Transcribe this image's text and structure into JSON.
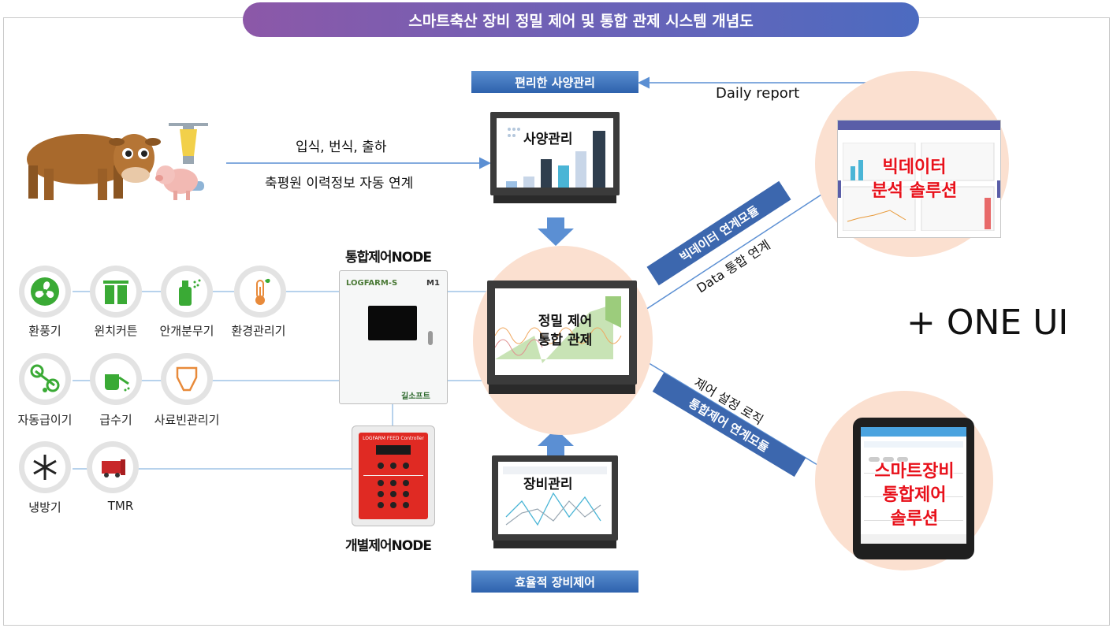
{
  "title": "스마트축산 장비 정밀 제어 및 통합 관제 시스템 개념도",
  "top_box": "편리한 사양관리",
  "bottom_box": "효율적 장비제어",
  "daily_report": "Daily report",
  "flow_text_1": "입식, 번식, 출하",
  "flow_text_2": "축평원 이력정보 자동 연계",
  "monitors": {
    "feeding": "사양관리",
    "control_line1": "정밀 제어",
    "control_line2": "통합 관제",
    "equipment": "장비관리"
  },
  "nodes": {
    "integrated_title": "통합제어NODE",
    "integrated_brand": "LOGFARM-S",
    "integrated_model": "M1",
    "integrated_maker": "길소프트",
    "individual_title": "개별제어NODE",
    "individual_header": "LOGFARM FEED Controller"
  },
  "devices": [
    {
      "label": "환풍기",
      "icon": "fan-icon"
    },
    {
      "label": "윈치커튼",
      "icon": "winch-curtain-icon"
    },
    {
      "label": "안개분무기",
      "icon": "mist-sprayer-icon"
    },
    {
      "label": "환경관리기",
      "icon": "thermometer-icon"
    },
    {
      "label": "자동급이기",
      "icon": "auto-feeder-icon"
    },
    {
      "label": "급수기",
      "icon": "watering-can-icon"
    },
    {
      "label": "사료빈관리기",
      "icon": "feed-bin-icon"
    },
    {
      "label": "냉방기",
      "icon": "snowflake-icon"
    },
    {
      "label": "TMR",
      "icon": "tmr-machine-icon"
    }
  ],
  "bigdata": {
    "line1": "빅데이터",
    "line2": "분석 솔루션"
  },
  "smart": {
    "line1": "스마트장비",
    "line2": "통합제어",
    "line3": "솔루션"
  },
  "one_ui": "+ ONE UI",
  "ribbon_bigdata": "빅데이터 연계모듈",
  "data_link": "Data 통합 연계",
  "control_logic": "제어 설정 로직",
  "ribbon_control": "통합제어 연계모듈",
  "colors": {
    "title_gradient_start": "#8c58a8",
    "title_gradient_end": "#4c6bc0",
    "blue_box": "#3c67ae",
    "peach": "#fbe0d0",
    "device_green": "#3aaa35",
    "red_text": "#e8101a",
    "arrow_blue": "#5b8fd3"
  }
}
